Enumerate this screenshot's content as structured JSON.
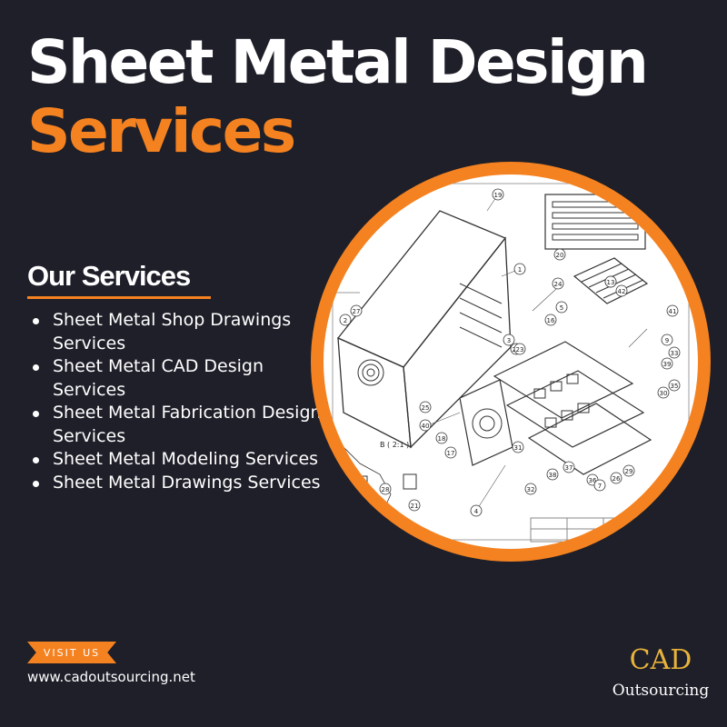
{
  "heading": {
    "line1": "Sheet Metal Design",
    "line2": "Services"
  },
  "services": {
    "heading": "Our Services",
    "items": [
      "Sheet Metal Shop Drawings Services",
      "Sheet Metal CAD Design Services",
      "Sheet Metal Fabrication Design Services",
      "Sheet Metal Modeling Services",
      "Sheet Metal Drawings Services"
    ]
  },
  "drawing": {
    "detail_label": "B ( 2:1 )",
    "callouts": [
      "19",
      "20",
      "1",
      "27",
      "2",
      "5",
      "22",
      "12",
      "41",
      "3",
      "25",
      "40",
      "17",
      "18",
      "24",
      "13",
      "16",
      "23",
      "30",
      "31",
      "33",
      "35",
      "36",
      "37",
      "38",
      "29",
      "7",
      "32",
      "28",
      "21",
      "4",
      "9",
      "39",
      "42",
      "26"
    ]
  },
  "cta": {
    "visit_label": "VISIT US",
    "website": "www.cadoutsourcing.net"
  },
  "logo": {
    "main": "CAD",
    "sub": "Outsourcing"
  },
  "colors": {
    "background": "#1e1f29",
    "accent": "#f58220",
    "text": "#ffffff",
    "logo_gold": "#e8b33a"
  }
}
